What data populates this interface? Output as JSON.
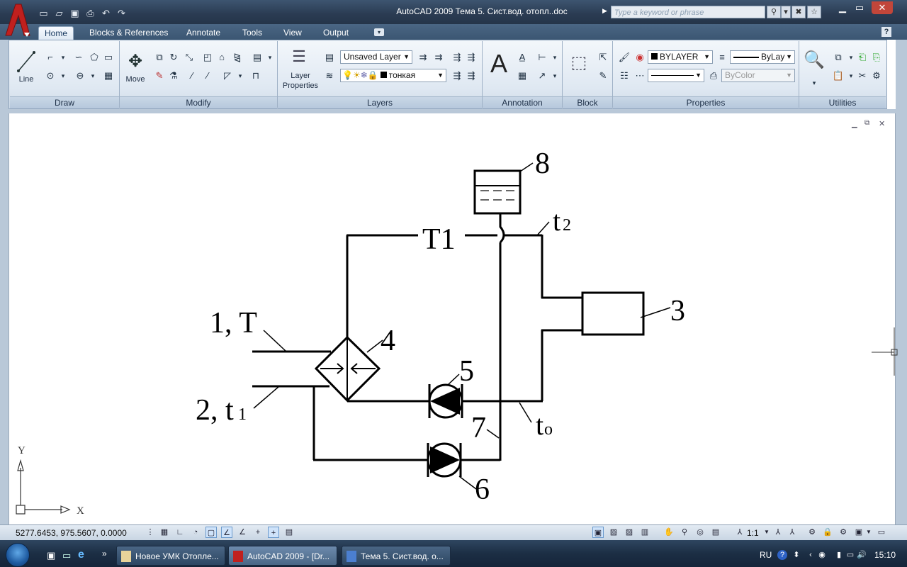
{
  "window": {
    "title": "AutoCAD 2009  Тема 5. Сист.вод. отопл..doc",
    "search_placeholder": "Type a keyword or phrase"
  },
  "tabs": [
    {
      "label": "Home"
    },
    {
      "label": "Blocks & References"
    },
    {
      "label": "Annotate"
    },
    {
      "label": "Tools"
    },
    {
      "label": "View"
    },
    {
      "label": "Output"
    }
  ],
  "ribbon": {
    "draw": {
      "line_label": "Line",
      "panel_label": "Draw"
    },
    "modify": {
      "move_label": "Move",
      "panel_label": "Modify"
    },
    "layers": {
      "layer_props_label": "Layer Properties",
      "current_layer": "Unsaved Layer",
      "layer_name": "тонкая",
      "panel_label": "Layers"
    },
    "annotation": {
      "panel_label": "Annotation"
    },
    "block": {
      "panel_label": "Block"
    },
    "properties": {
      "color": "BYLAYER",
      "linetype": "ByLay",
      "plotstyle": "ByColor",
      "panel_label": "Properties"
    },
    "utilities": {
      "panel_label": "Utilities"
    }
  },
  "drawing": {
    "labels": {
      "t1_label": "T1",
      "t2_main": "t",
      "t2_sub": "2",
      "label_1": "1, T",
      "label_2_main": "2, t",
      "label_2_sub": "1",
      "to_main": "t",
      "to_sub": "o",
      "n3": "3",
      "n4": "4",
      "n5": "5",
      "n6": "6",
      "n7": "7",
      "n8": "8"
    },
    "ucs": {
      "x": "X",
      "y": "Y"
    }
  },
  "status": {
    "coordinates": "5277.6453, 975.5607, 0.0000",
    "scale": "1:1"
  },
  "taskbar": {
    "items": [
      {
        "label": "Новое УМК Отопле..."
      },
      {
        "label": "AutoCAD 2009 - [Dr..."
      },
      {
        "label": "Тема 5. Сист.вод. о..."
      }
    ],
    "lang": "RU",
    "time": "15:10"
  },
  "colors": {
    "accent": "#3b5672",
    "ribbon_bg": "#e4ecf4",
    "logo_red": "#c0201e"
  }
}
